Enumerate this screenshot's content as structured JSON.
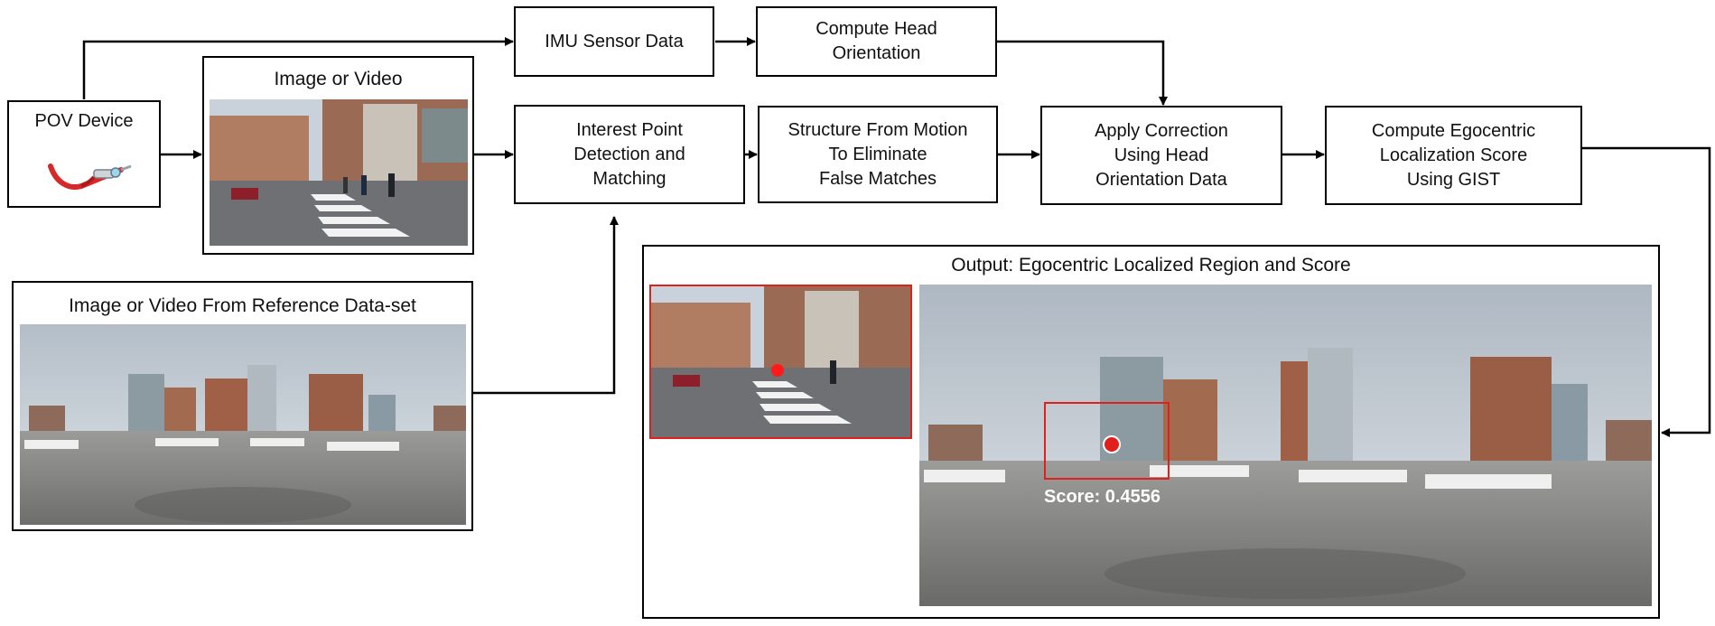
{
  "nodes": {
    "pov_device": "POV Device",
    "imu": "IMU Sensor Data",
    "head_orientation": "Compute Head\nOrientation",
    "image_video_title": "Image or Video",
    "interest_point": "Interest Point\nDetection and\nMatching",
    "sfm": "Structure From Motion\nTo Eliminate\nFalse Matches",
    "apply_correction": "Apply Correction\nUsing Head\nOrientation Data",
    "egocentric_score": "Compute Egocentric\nLocalization Score\nUsing GIST",
    "reference_title": "Image or Video From Reference Data-set",
    "output_title": "Output: Egocentric Localized Region and Score"
  },
  "output": {
    "score_text": "Score: 0.4556"
  },
  "colors": {
    "line": "#000000",
    "highlight": "#e0201b",
    "marker": "#ff1a1a"
  },
  "icons": {
    "glasses": "google-glass-icon"
  }
}
